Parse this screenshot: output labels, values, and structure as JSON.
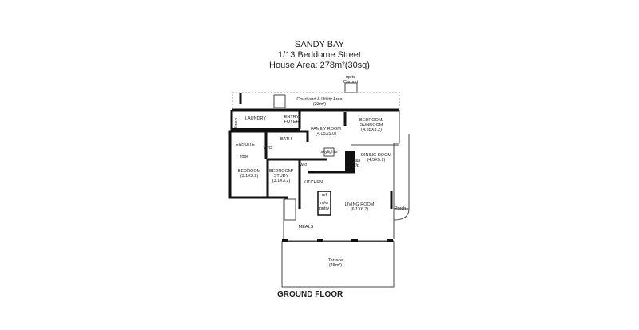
{
  "header": {
    "name": "SANDY BAY",
    "address": "1/13 Beddome Street",
    "area": "House Area: 278m²(30sq)"
  },
  "rooms": {
    "carport": [
      "up to",
      "Carport"
    ],
    "courtyard": [
      "Courtyard & Utility Area",
      "(23m²)"
    ],
    "laundry": "LAUNDRY",
    "foyer": [
      "ENTRY",
      "FOYER"
    ],
    "family": [
      "FAMILY ROOM",
      "(4.05X5.0)"
    ],
    "sunroom": [
      "BEDROOM/",
      "SUNROOM",
      "(4.85X3.2)"
    ],
    "ensuite": "ENSUITE",
    "wc": "W/C",
    "bath": "BATH",
    "robe": "robe",
    "linen": "linen",
    "skylights": "skylights",
    "dining": [
      "DINING ROOM",
      "(4.5X5.9)"
    ],
    "gasfp": [
      "gas",
      "f/p"
    ],
    "bedroom": [
      "BEDROOM",
      "(3.1X3.2)"
    ],
    "study": [
      "BEDROOM/",
      "STUDY",
      "(3.1X3.2)"
    ],
    "wo": "w/o",
    "kitchen": "KITCHEN",
    "ref": "ref",
    "mw": [
      "m/w",
      "pntry"
    ],
    "living": [
      "LIVING ROOM",
      "(6.1X6.7)"
    ],
    "porch": "Porch",
    "meals": "MEALS",
    "terrace": [
      "Terrace",
      "(48m²)"
    ]
  },
  "footer": {
    "floor": "GROUND FLOOR"
  }
}
